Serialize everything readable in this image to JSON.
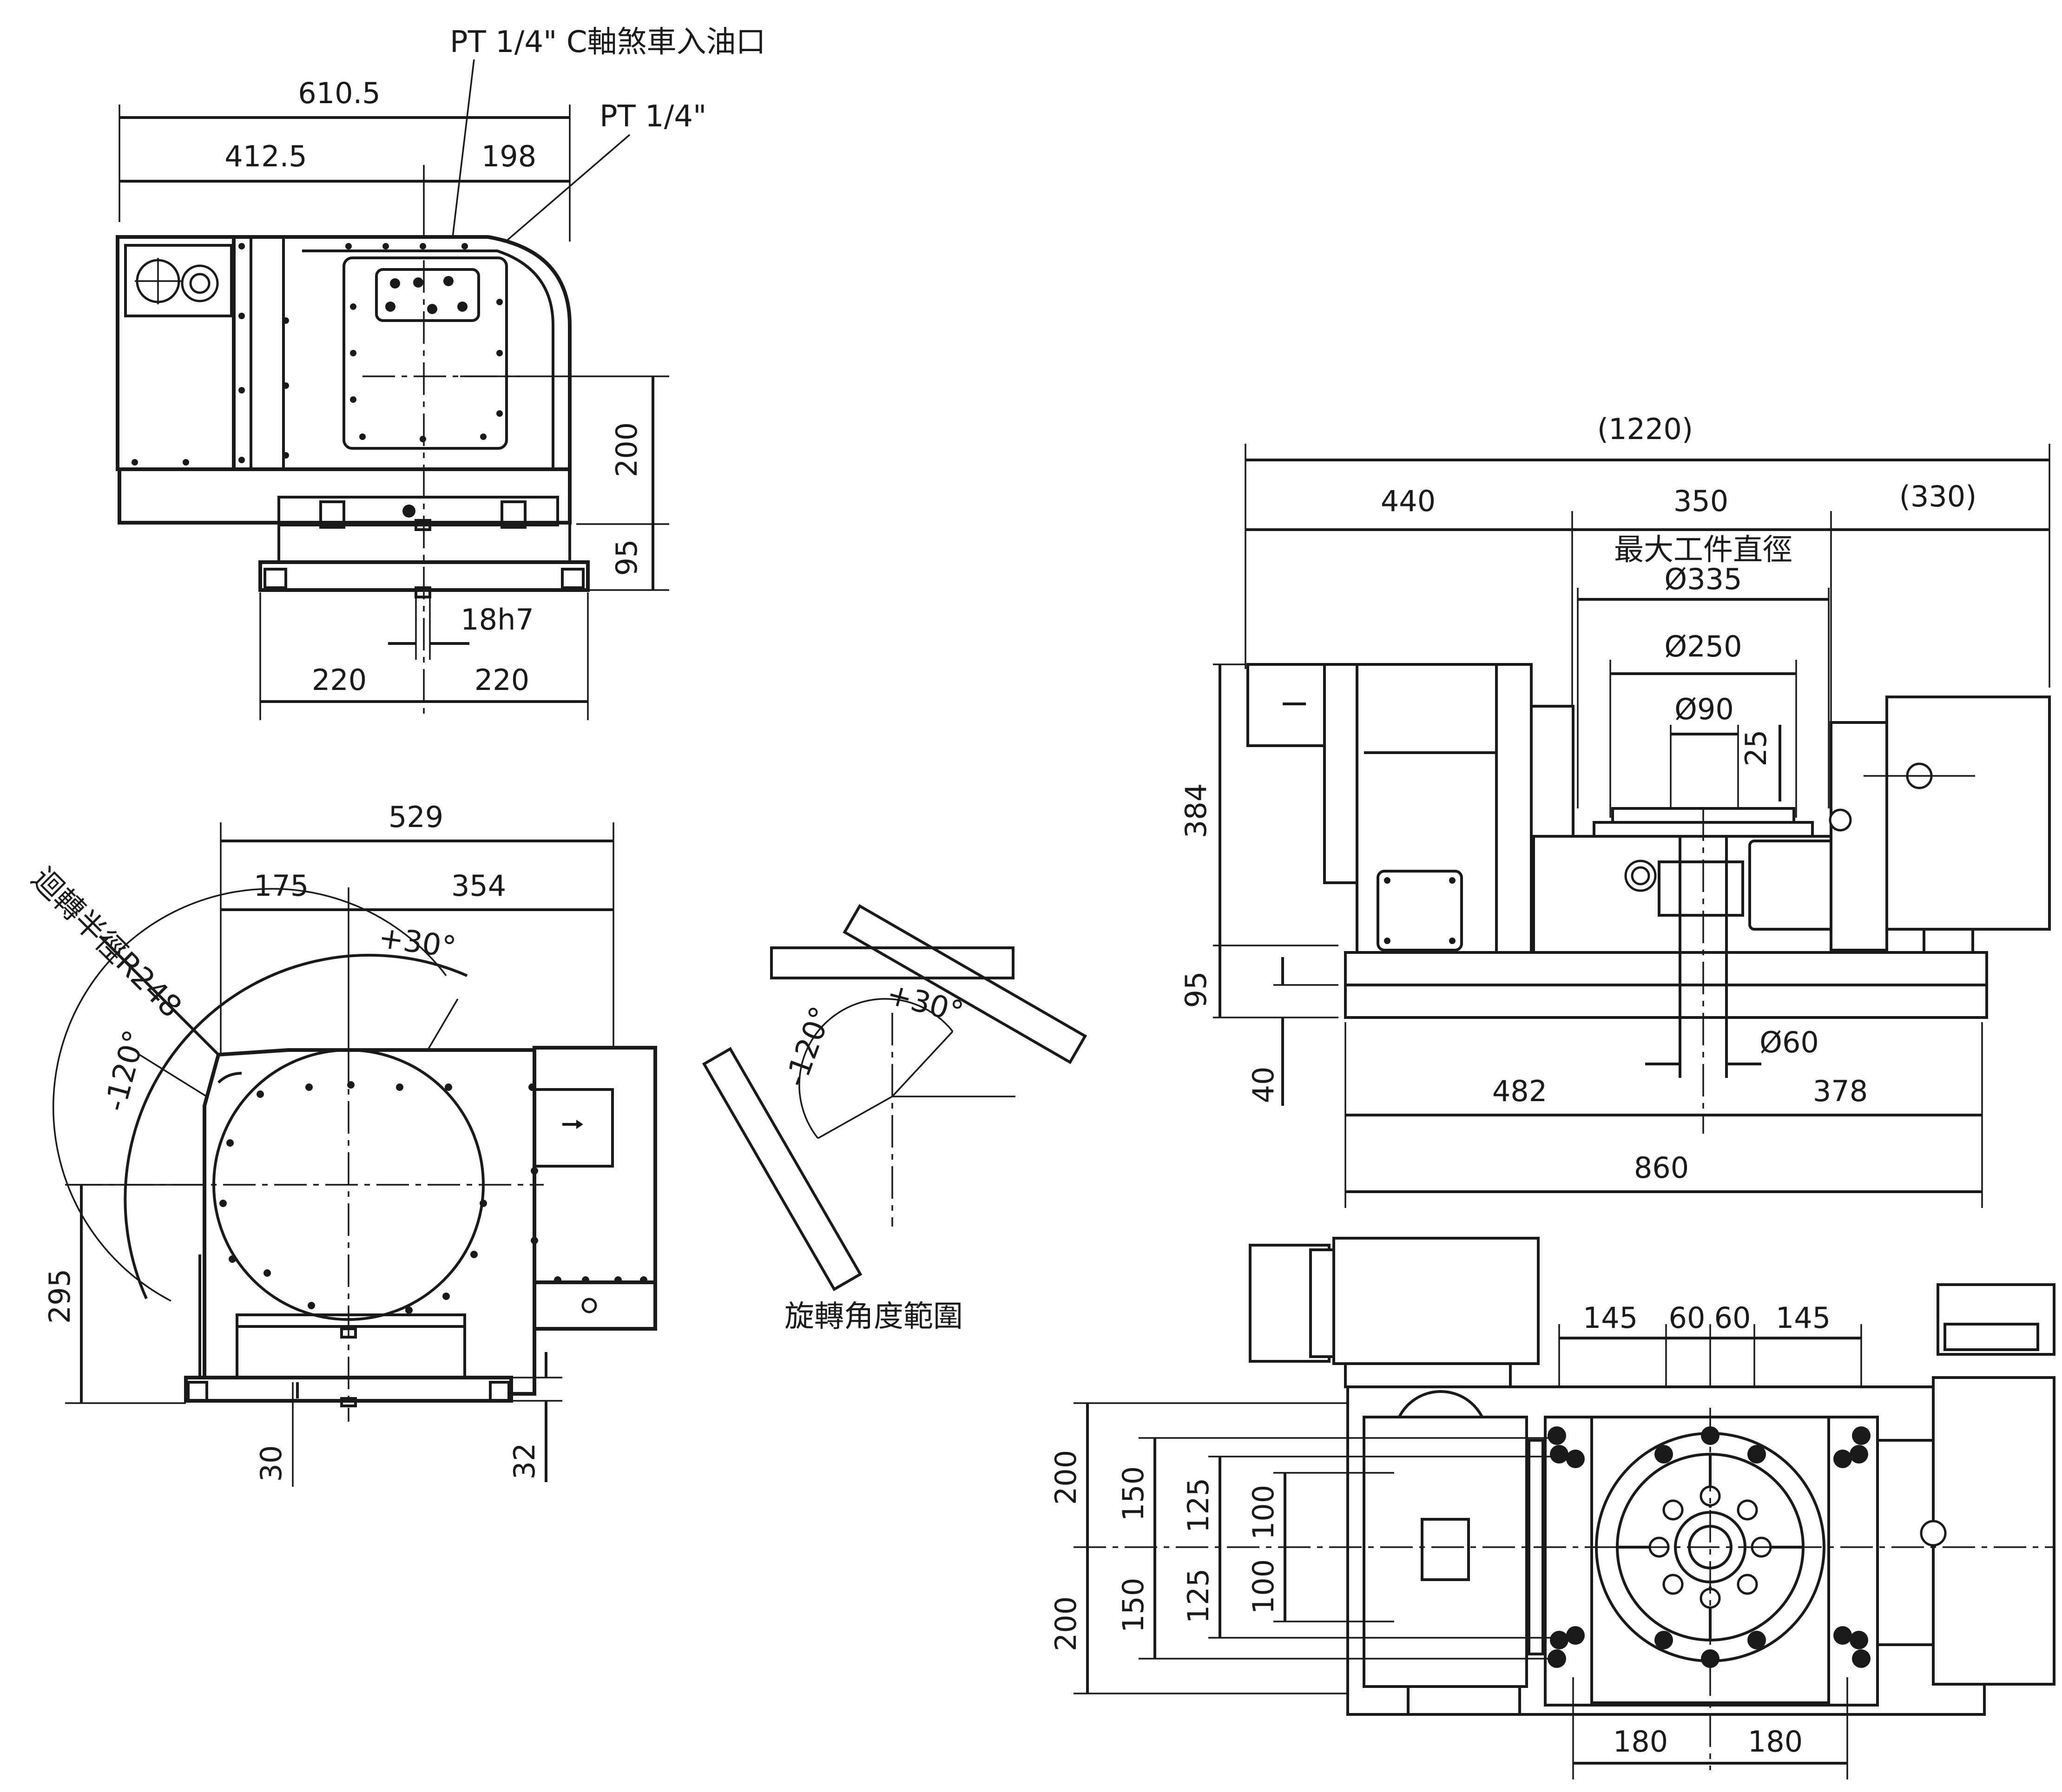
{
  "top_view": {
    "notes": {
      "brake_oil_port": "PT 1/4\" C軸煞車入油口",
      "pt_port": "PT 1/4\""
    },
    "dims": {
      "overall_width": "610.5",
      "left_width": "412.5",
      "right_width": "198",
      "center_height": "200",
      "base_height": "95",
      "key_width": "18h7",
      "left_base": "220",
      "right_base": "220"
    }
  },
  "side_view": {
    "dims": {
      "width": "529",
      "left": "175",
      "right": "354",
      "center_height": "295",
      "bottom_left": "30",
      "bottom_right": "32"
    },
    "notes": {
      "swing_radius": "迴轉半徑R248",
      "angle_pos": "+30°",
      "angle_neg": "-120°"
    }
  },
  "rotation_diagram": {
    "caption": "旋轉角度範圍",
    "angle_pos": "+30°",
    "angle_neg": "-120°"
  },
  "front_view": {
    "dims": {
      "overall": "(1220)",
      "left": "440",
      "middle": "350",
      "right": "(330)",
      "max_work_label": "最大工件直徑",
      "max_work_dia": "Ø335",
      "table_dia": "Ø250",
      "center_bore": "Ø90",
      "bore_depth": "25",
      "height_384": "384",
      "height_95": "95",
      "height_40": "40",
      "pilot_dia": "Ø60",
      "base_left": "482",
      "base_right": "378",
      "base_total": "860"
    }
  },
  "plan_view": {
    "dims": {
      "top_145_left": "145",
      "top_60_left": "60",
      "top_60_right": "60",
      "top_145_right": "145",
      "v_200_top": "200",
      "v_150_top": "150",
      "v_125_top": "125",
      "v_100_top": "100",
      "v_200_bottom": "200",
      "v_150_bottom": "150",
      "v_125_bottom": "125",
      "v_100_bottom": "100",
      "bottom_180_left": "180",
      "bottom_180_right": "180"
    }
  }
}
